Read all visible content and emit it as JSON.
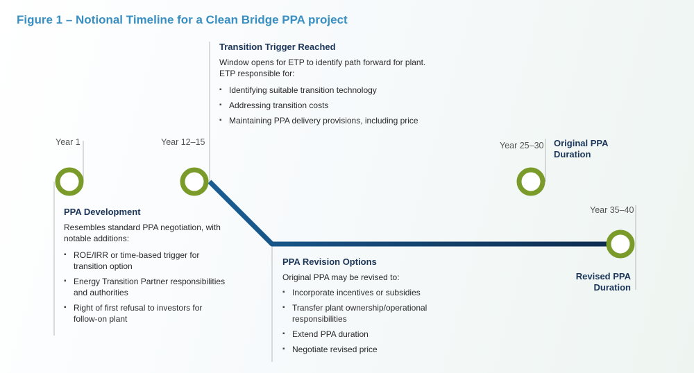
{
  "title": "Figure 1 – Notional Timeline for a Clean Bridge PPA project",
  "milestones": {
    "year1": "Year 1",
    "year12": "Year 12–15",
    "year25": "Year 25–30",
    "year35": "Year 35–40"
  },
  "original_duration": [
    "Original PPA",
    "Duration"
  ],
  "revised_duration": [
    "Revised PPA",
    "Duration"
  ],
  "trigger": {
    "heading": "Transition Trigger Reached",
    "text": [
      "Window opens for ETP to identify path forward for plant.",
      "ETP responsible for:"
    ],
    "bullets": [
      "Identifying suitable transition technology",
      "Addressing transition costs",
      "Maintaining PPA delivery provisions, including price"
    ]
  },
  "development": {
    "heading": "PPA Development",
    "text": [
      "Resembles standard PPA negotiation, with",
      "notable additions:"
    ],
    "bullets": [
      [
        "ROE/IRR or time-based trigger for",
        "transition option"
      ],
      [
        "Energy Transition Partner responsibilities",
        "and authorities"
      ],
      [
        "Right of first refusal to investors for",
        "follow-on plant"
      ]
    ]
  },
  "revision": {
    "heading": "PPA Revision Options",
    "text": [
      "Original PPA may be revised to:"
    ],
    "bullets": [
      [
        "Incorporate incentives or subsidies"
      ],
      [
        "Transfer plant ownership/operational",
        "responsibilities"
      ],
      [
        "Extend PPA duration"
      ],
      [
        "Negotiate revised price"
      ]
    ]
  },
  "colors": {
    "title": "#3a8fc2",
    "line_start": "#2f9fd6",
    "line_end": "#0d2b4e",
    "node_ring": "#7a9a2a",
    "heading": "#1b3559"
  }
}
